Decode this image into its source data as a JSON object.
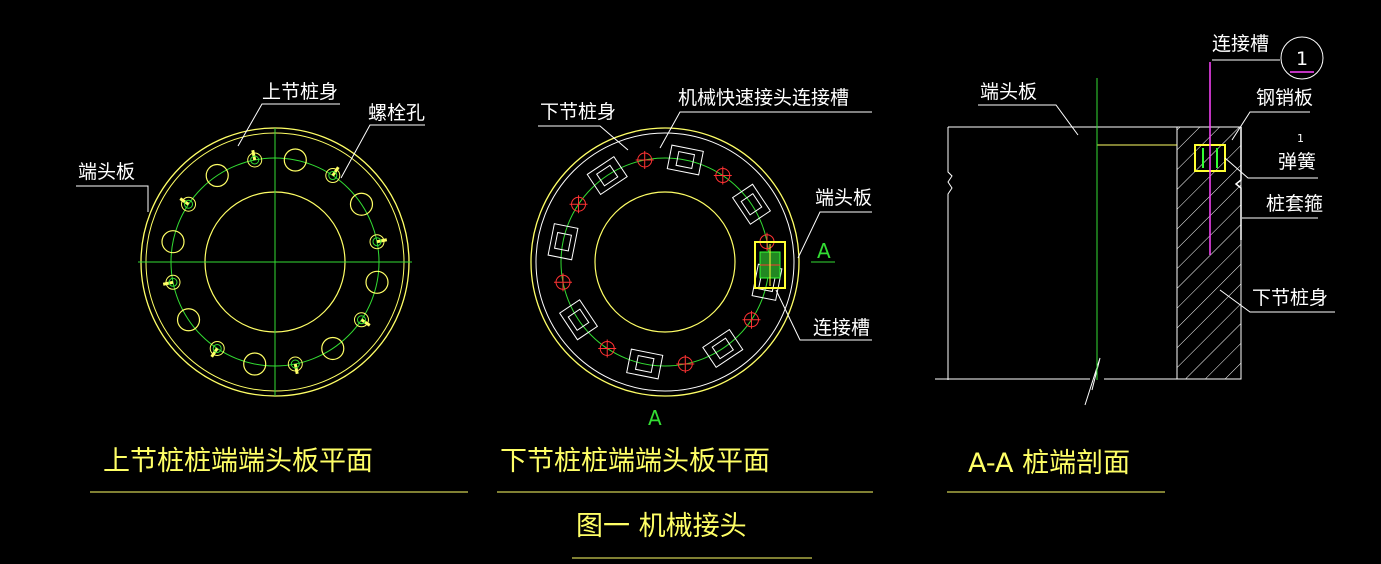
{
  "colors": {
    "background": "#000000",
    "outline": "#ffff66",
    "centerline": "#33dd33",
    "leader": "#ffffff",
    "marker": "#ff3333",
    "pin": "#ff44ff"
  },
  "left_view": {
    "label_upper_pile": "上节桩身",
    "label_bolt_hole": "螺栓孔",
    "label_end_plate": "端头板",
    "title": "上节桩桩端端头板平面"
  },
  "middle_view": {
    "label_lower_pile": "下节桩身",
    "label_quick_slot": "机械快速接头连接槽",
    "label_end_plate": "端头板",
    "label_section_mark": "A",
    "label_section_mark_bottom": "A",
    "label_slot": "连接槽",
    "title": "下节桩桩端端头板平面"
  },
  "right_view": {
    "label_end_plate": "端头板",
    "label_slot": "连接槽",
    "label_detail_no": "1",
    "label_steel_pin_plate": "钢销板",
    "label_spring_sup": "1",
    "label_spring": "弹簧",
    "label_hoop": "桩套箍",
    "label_lower_pile": "下节桩身",
    "title": "A-A  桩端剖面"
  },
  "figure_caption": "图一  机械接头"
}
